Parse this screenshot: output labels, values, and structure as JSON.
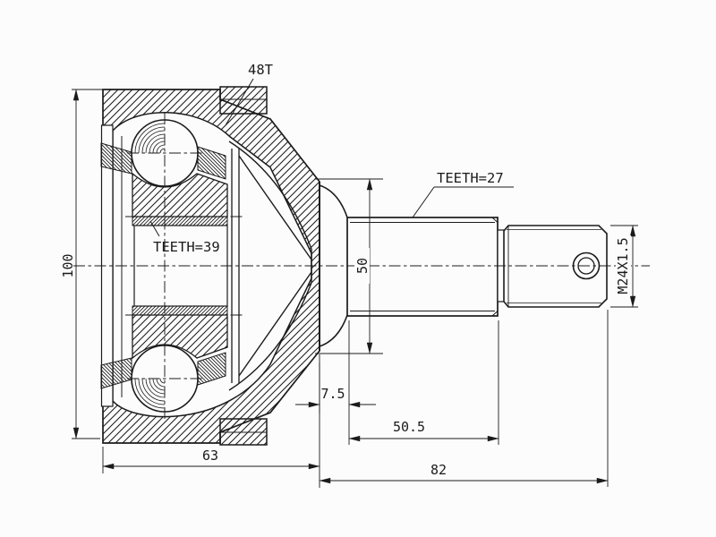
{
  "diagram": {
    "kind": "cv-joint-cross-section-drawing",
    "labels": {
      "abs_ring": "48T",
      "outer_spline": "TEETH=27",
      "inner_spline": "TEETH=39",
      "thread": "M24X1.5"
    },
    "dimensions": {
      "overall_height": "100",
      "shoulder_diameter": "50",
      "shoulder_width": "7.5",
      "spline_length": "50.5",
      "housing_length": "63",
      "stem_length": "82"
    },
    "colors": {
      "background": "#fcfcfc",
      "line": "#1b1b1b"
    }
  }
}
